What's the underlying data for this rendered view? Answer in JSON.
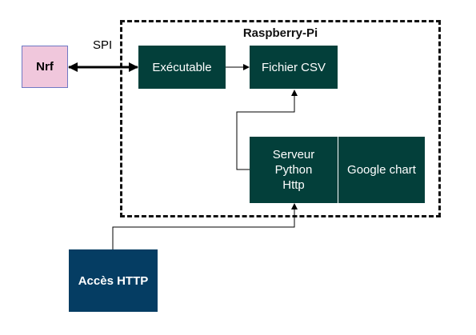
{
  "frame": {
    "title": "Raspberry-Pi"
  },
  "nodes": {
    "nrf": "Nrf",
    "executable": "Exécutable",
    "csv": "Fichier CSV",
    "server": "Serveur Python Http",
    "chart": "Google chart",
    "http": "Accès HTTP"
  },
  "edges": {
    "spi_label": "SPI"
  },
  "colors": {
    "dark_teal": "#033f3a",
    "pink": "#f0c7dc",
    "navy": "#053d63"
  }
}
